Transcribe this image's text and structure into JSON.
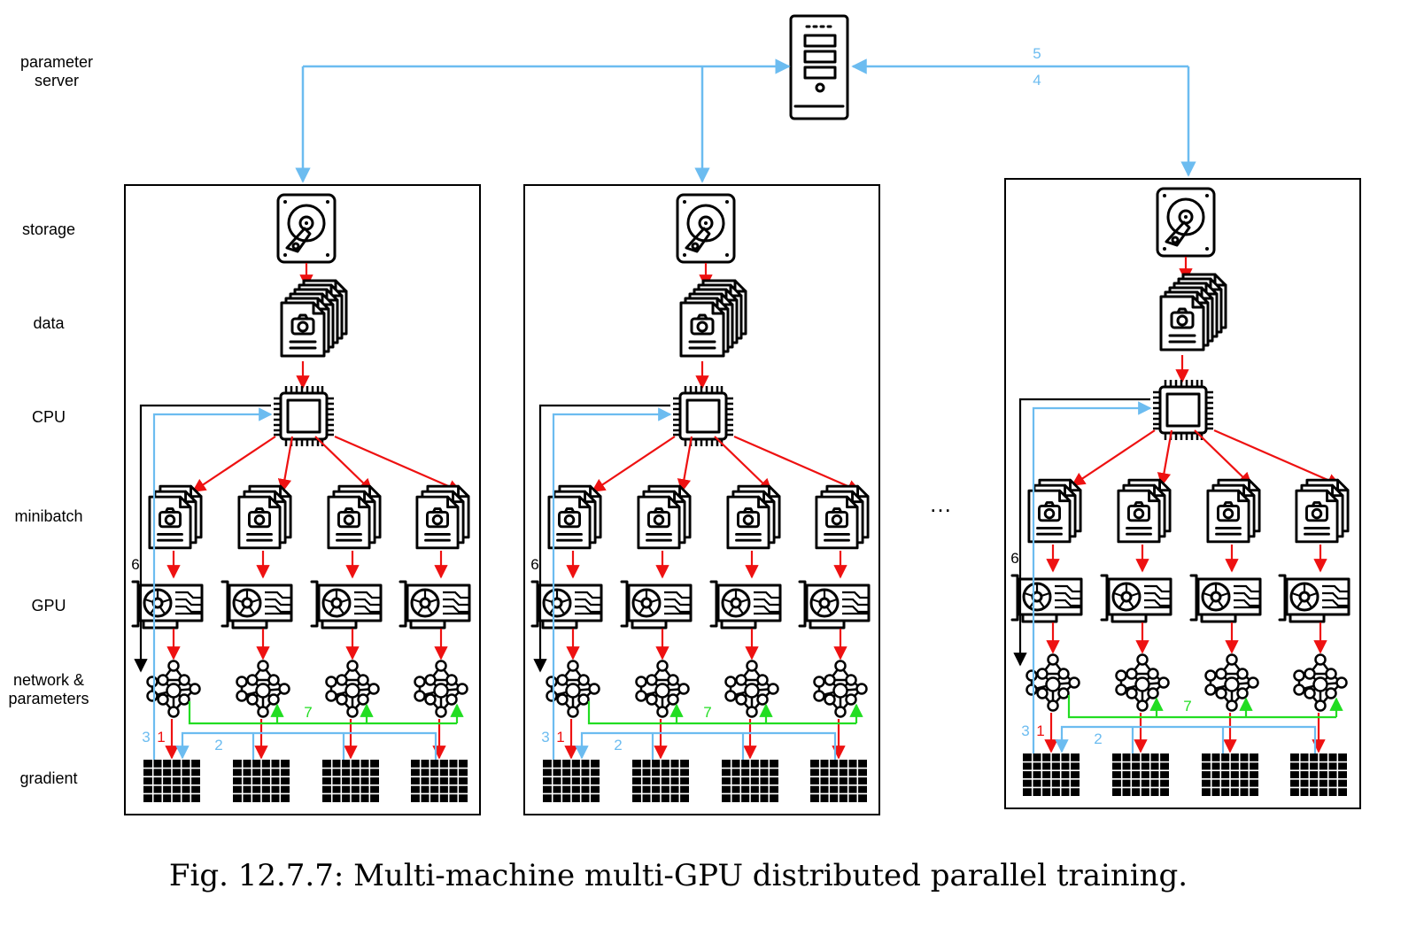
{
  "row_labels": {
    "parameter_server": [
      "parameter",
      "server"
    ],
    "storage": "storage",
    "data": "data",
    "cpu": "CPU",
    "minibatch": "minibatch",
    "gpu": "GPU",
    "network_parameters": [
      "network &",
      "parameters"
    ],
    "gradient": "gradient"
  },
  "step_numbers": {
    "pull_from_server": "5",
    "push_to_server": "4",
    "gpu_compute": "1",
    "gpu_aggregate": "2",
    "cpu_send": "3",
    "cpu_broadcast": "6",
    "gpu_broadcast": "7"
  },
  "ellipsis": "…",
  "caption": "Fig. 12.7.7: Multi-machine multi-GPU distributed parallel training.",
  "colors": {
    "data_flow": "#ee1111",
    "gradient_flow": "#6cbcf0",
    "sync_flow": "#22dd22",
    "cpu_return": "#000000",
    "outline": "#000000"
  },
  "icons": [
    "server-icon",
    "hard-drive-icon",
    "image-stack-icon",
    "cpu-chip-icon",
    "gpu-card-icon",
    "neural-network-icon",
    "gradient-grid-icon"
  ],
  "machines_shown": 3,
  "gpus_per_machine": 4
}
